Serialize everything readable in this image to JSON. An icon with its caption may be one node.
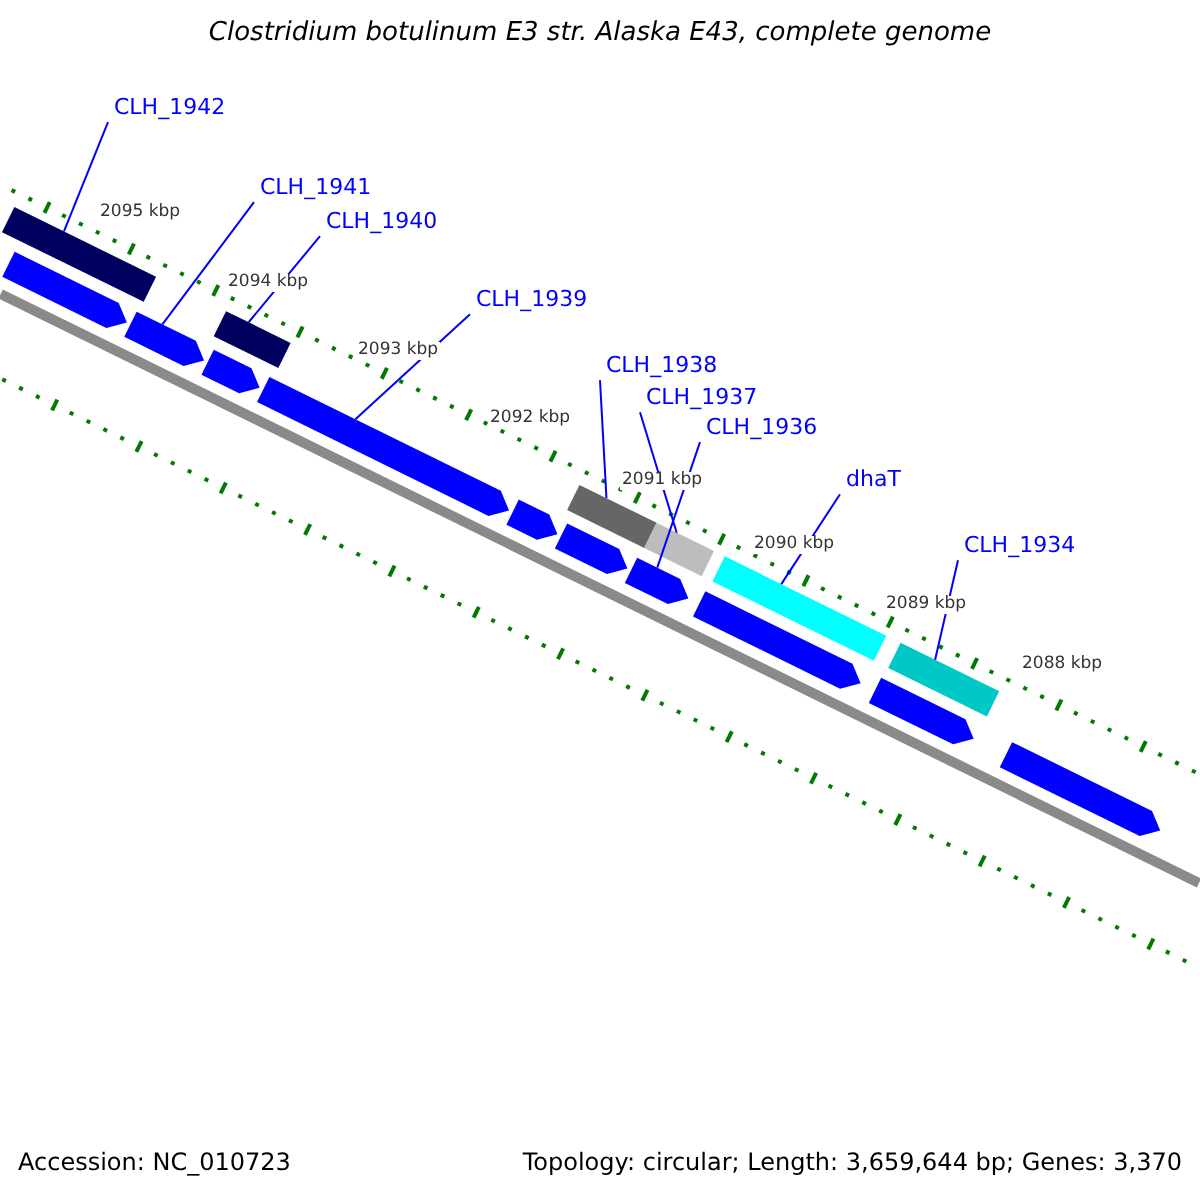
{
  "diagram": {
    "title": "Clostridium botulinum E3 str. Alaska E43, complete genome",
    "nodes": [
      {
        "text": [
          "CLH_1942"
        ]
      },
      {
        "text": [
          "CLH_1941"
        ]
      },
      {
        "text": [
          "CLH_1940"
        ]
      },
      {
        "text": [
          "CLH_1939"
        ]
      },
      {
        "text": [
          "CLH_1938"
        ]
      },
      {
        "text": [
          "CLH_1937"
        ]
      },
      {
        "text": [
          "CLH_1936"
        ]
      },
      {
        "text": [
          "dhaT"
        ]
      },
      {
        "text": [
          "CLH_1934"
        ]
      },
      {
        "text": [],
        "shape": "bar"
      },
      {
        "text": [],
        "shape": "bar"
      },
      {
        "text": [],
        "shape": "bar"
      },
      {
        "text": [],
        "shape": "bar"
      },
      {
        "text": [],
        "shape": "bar"
      },
      {
        "text": [],
        "shape": "bar"
      },
      {
        "text": [],
        "shape": "bar"
      },
      {
        "text": [],
        "shape": "bar"
      },
      {
        "text": [],
        "shape": "bar"
      },
      {
        "text": [],
        "shape": "bar"
      },
      {
        "text": [],
        "shape": "bar"
      },
      {
        "text": [],
        "shape": "bar"
      },
      {
        "text": [],
        "shape": "bar"
      },
      {
        "text": [],
        "shape": "bar"
      },
      {
        "text": [],
        "shape": "bar"
      },
      {
        "text": [],
        "shape": "bar"
      }
    ],
    "edges": [
      {
        "from": 0,
        "to": 9,
        "arrow": "none"
      },
      {
        "from": 1,
        "to": 16,
        "arrow": "none"
      },
      {
        "from": 2,
        "to": 10,
        "arrow": "none"
      },
      {
        "from": 3,
        "to": 18,
        "arrow": "none"
      },
      {
        "from": 4,
        "to": 11,
        "arrow": "none"
      },
      {
        "from": 5,
        "to": 12,
        "arrow": "none"
      },
      {
        "from": 6,
        "to": 21,
        "arrow": "none"
      },
      {
        "from": 7,
        "to": 13,
        "arrow": "none"
      },
      {
        "from": 8,
        "to": 14,
        "arrow": "none"
      }
    ],
    "labels": [
      "2095 kbp",
      "2094 kbp",
      "2093 kbp",
      "2092 kbp",
      "2091 kbp",
      "2090 kbp",
      "2089 kbp",
      "2088 kbp",
      "Accession: NC_010723",
      "Topology: circular; Length: 3,659,644 bp; Genes: 3,370"
    ]
  }
}
